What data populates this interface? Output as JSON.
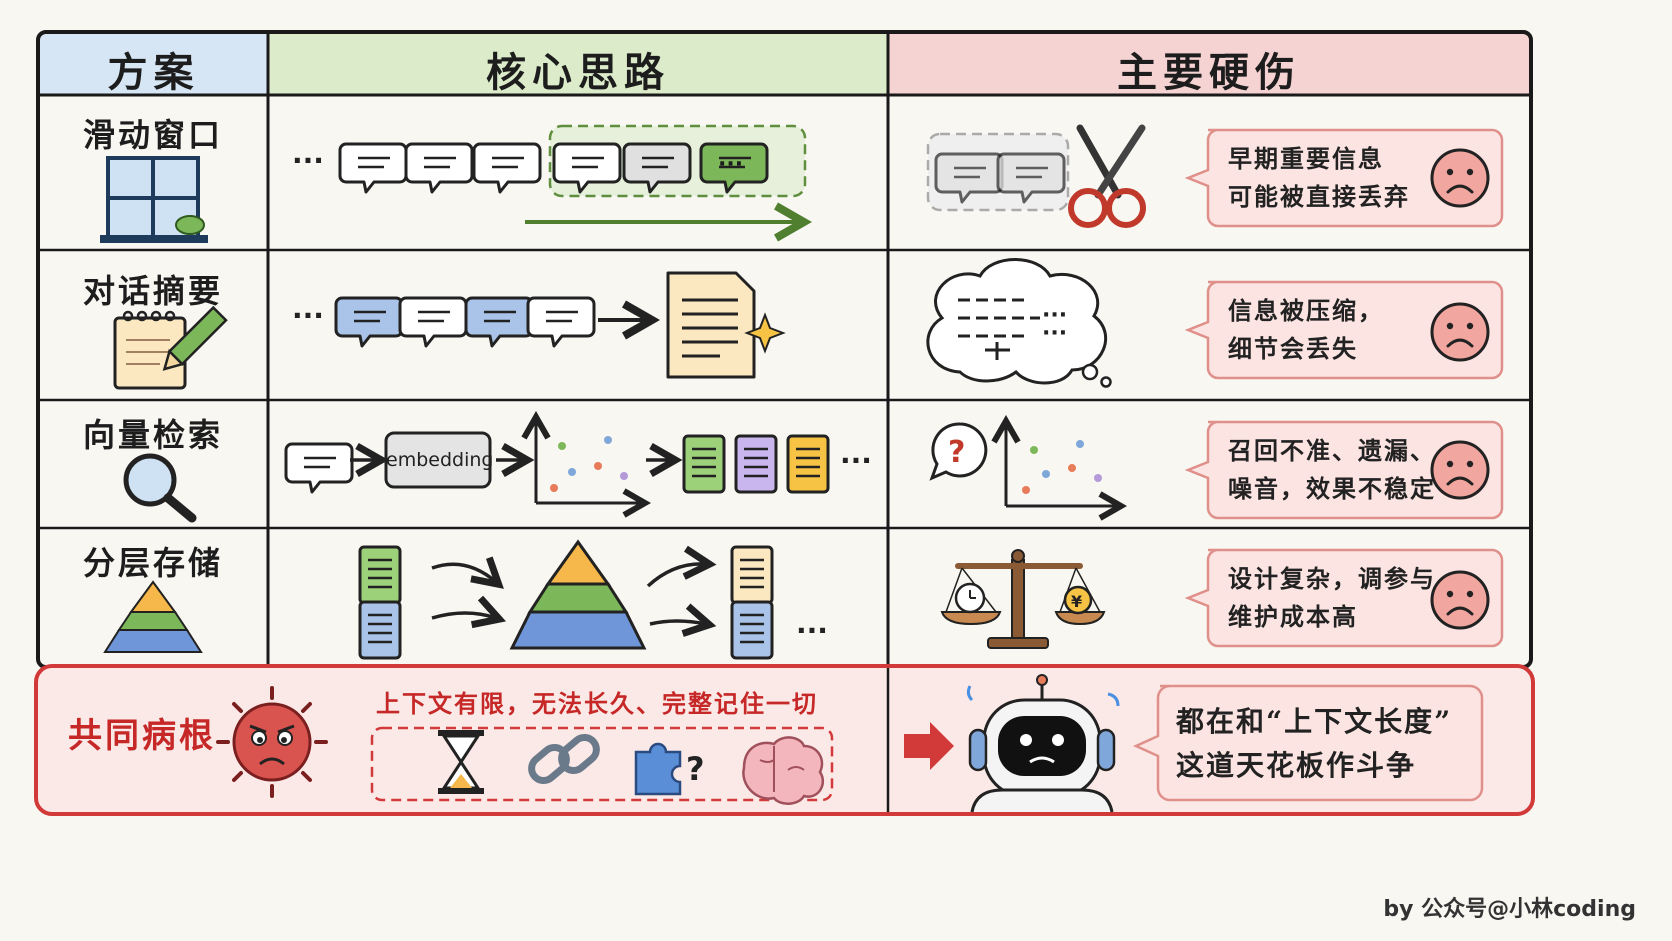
{
  "headers": {
    "plan": "方案",
    "idea": "核心思路",
    "flaw": "主要硬伤"
  },
  "rows": [
    {
      "plan": "滑动窗口",
      "flaw_line1": "早期重要信息",
      "flaw_line2": "可能被直接丢弃"
    },
    {
      "plan": "对话摘要",
      "flaw_line1": "信息被压缩，",
      "flaw_line2": "细节会丢失"
    },
    {
      "plan": "向量检索",
      "flaw_line1": "召回不准、遗漏、",
      "flaw_line2": "噪音，效果不稳定",
      "embedding_label": "embedding"
    },
    {
      "plan": "分层存储",
      "flaw_line1": "设计复杂，调参与",
      "flaw_line2": "维护成本高"
    }
  ],
  "root": {
    "label": "共同病根",
    "subtitle": "上下文有限，无法长久、完整记住一切",
    "conclusion_line1": "都在和“上下文长度”",
    "conclusion_line2": "这道天花板作斗争"
  },
  "credit": "by 公众号@小林coding",
  "colors": {
    "plan_header": "#d6e6f5",
    "idea_header": "#dcebc9",
    "flaw_header": "#f6d3d3",
    "accent_red": "#d23a3a",
    "arrow_green": "#4f7f2f"
  }
}
